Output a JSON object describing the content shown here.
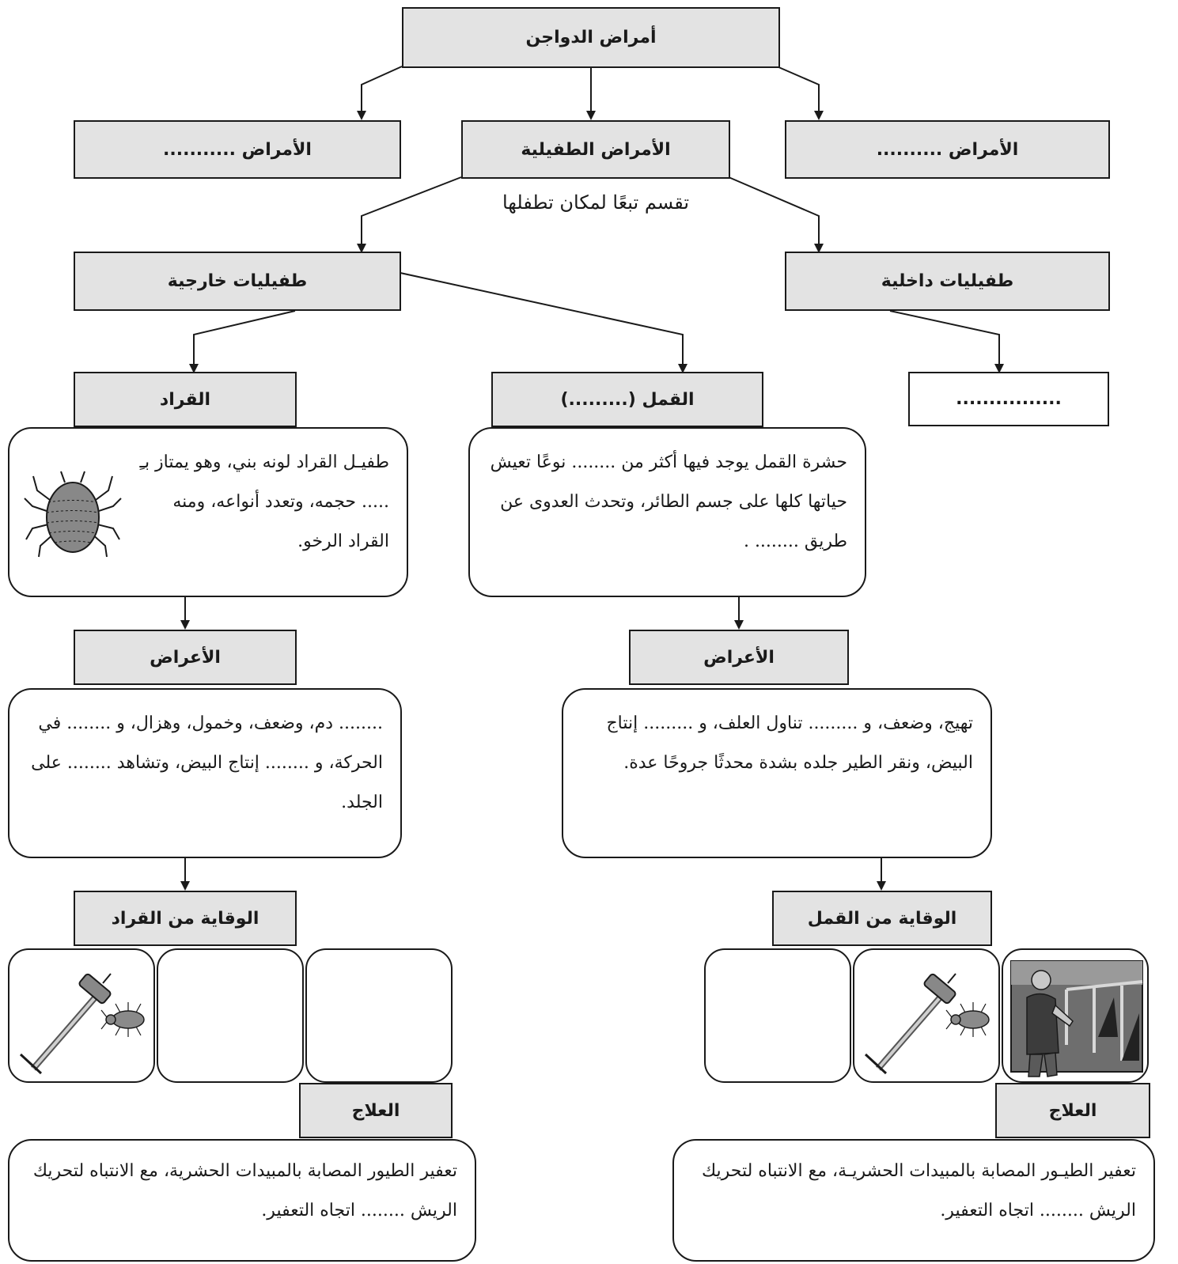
{
  "root": {
    "title": "أمراض الدواجن"
  },
  "level1": {
    "left": "الأمراض ...........",
    "center": "الأمراض الطفيلية",
    "right": "الأمراض ..........",
    "note": "تقسم تبعًا لمكان تطفلها"
  },
  "level2": {
    "external": "طفيليات خارجية",
    "internal": "طفيليات داخلية",
    "internal_blank": "................"
  },
  "tick": {
    "header": "القراد",
    "description": "طفيـل القراد لونه بني، وهو يمتاز بـِ ..... حجمه، وتعدد أنواعه، ومنه القراد الرخو.",
    "symptoms_header": "الأعراض",
    "symptoms": "........ دم، وضعف، وخمول، وهزال، و ........ في الحركة، و ........ إنتاج البيض، وتشاهد ........ على الجلد.",
    "prevention_header": "الوقاية من القراد",
    "treatment_header": "العلاج",
    "treatment": "تعفير الطيور المصابة بالمبيدات الحشرية، مع الانتباه لتحريك الريش ........ اتجاه التعفير."
  },
  "lice": {
    "header": "القمل (.........)",
    "description": "حشرة القمل يوجد فيها أكثر من ........ نوعًا تعيش حياتها كلها على جسم الطائر، وتحدث العدوى عن طريق ........ .",
    "symptoms_header": "الأعراض",
    "symptoms": "تهيج، وضعف، و ......... تناول العلف، و ......... إنتاج البيض، ونقر الطير جلده بشدة محدثًا جروحًا عدة.",
    "prevention_header": "الوقاية من القمل",
    "treatment_header": "العلاج",
    "treatment": "تعفير الطيـور المصابة بالمبيدات الحشريـة، مع الانتباه لتحريك الريش ........ اتجاه التعفير."
  },
  "colors": {
    "box_fill": "#e3e3e3",
    "stroke": "#1a1a1a",
    "background": "#ffffff"
  }
}
